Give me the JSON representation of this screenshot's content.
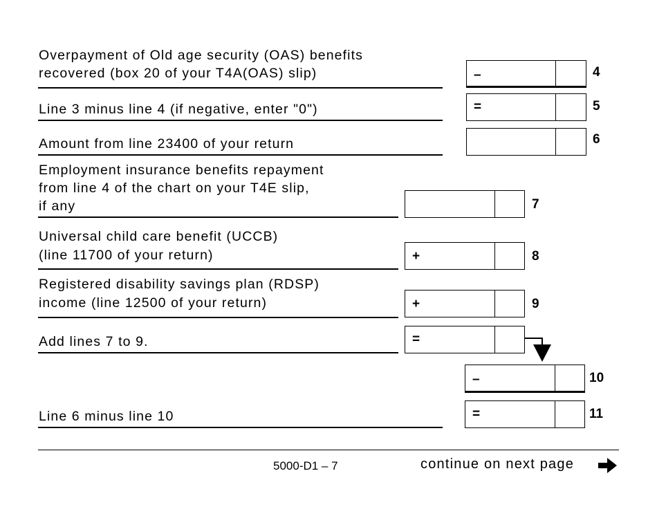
{
  "lines": {
    "l4": {
      "text1": "Overpayment of Old age security (OAS) benefits",
      "text2": "recovered (box 20 of your T4A(OAS) slip)",
      "sign": "–",
      "num": "4"
    },
    "l5": {
      "text": "Line 3 minus line 4 (if negative, enter \"0\")",
      "sign": "=",
      "num": "5"
    },
    "l6": {
      "text": "Amount from line 23400 of your return",
      "num": "6"
    },
    "l7": {
      "text1": "Employment insurance benefits repayment",
      "text2": "from line 4 of the chart on your T4E slip,",
      "text3": "if any",
      "num": "7"
    },
    "l8": {
      "text1": "Universal child care benefit (UCCB)",
      "text2": "(line 11700 of your return)",
      "sign": "+",
      "num": "8"
    },
    "l9": {
      "text1": "Registered disability savings plan (RDSP)",
      "text2": "income (line 12500 of your return)",
      "sign": "+",
      "num": "9"
    },
    "sum": {
      "text": "Add lines 7 to 9.",
      "sign": "="
    },
    "l10": {
      "sign": "–",
      "num": "10"
    },
    "l11": {
      "text": "Line 6 minus line 10",
      "sign": "=",
      "num": "11"
    }
  },
  "footer": {
    "form_number": "5000-D1 – 7",
    "continue_text": "continue on next page"
  },
  "icons": {
    "continue": "right-arrow-icon",
    "carry": "down-arrow-icon"
  }
}
